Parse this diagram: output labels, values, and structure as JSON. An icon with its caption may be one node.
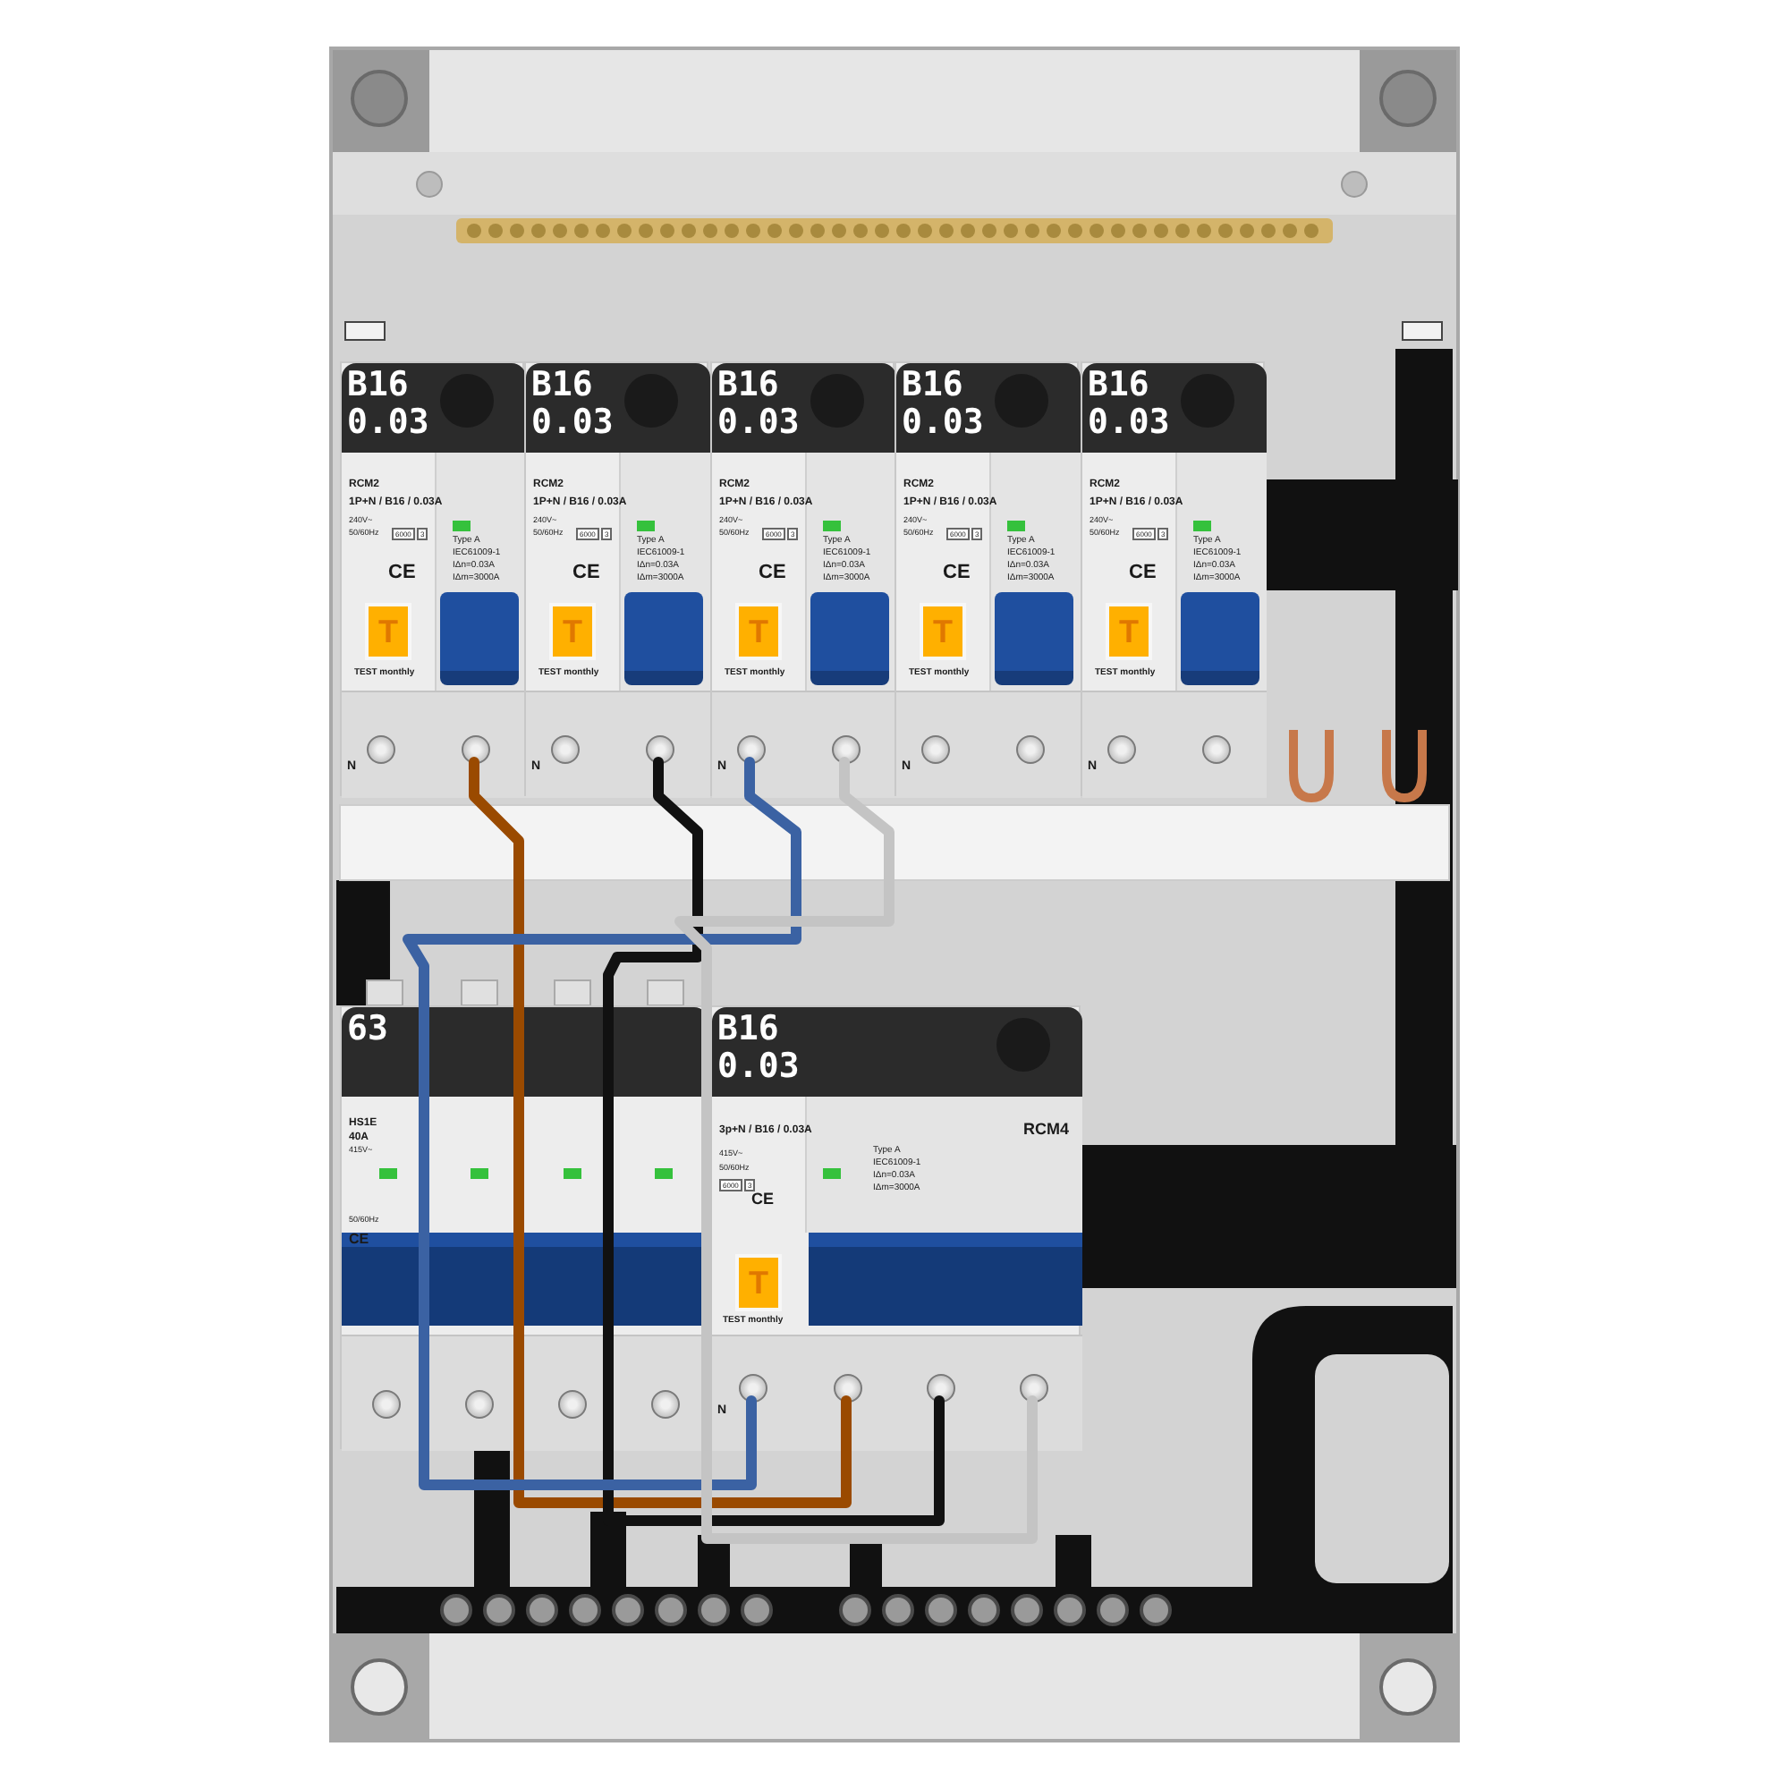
{
  "diagram": {
    "nodes": [
      {
        "text": [
          "B16 0.03",
          "RCM2",
          "1P+N / B16 / 0.03A",
          "240V~",
          "50/60Hz",
          "6000",
          "3",
          "CE",
          "Type A",
          "IEC61009-1",
          "IΔn=0.03A",
          "IΔm=3000A",
          "T",
          "TEST monthly",
          "N"
        ]
      },
      {
        "text": [
          "B16 0.03",
          "RCM2",
          "1P+N / B16 / 0.03A",
          "240V~",
          "50/60Hz",
          "6000",
          "3",
          "CE",
          "Type A",
          "IEC61009-1",
          "IΔn=0.03A",
          "IΔm=3000A",
          "T",
          "TEST monthly",
          "N"
        ]
      },
      {
        "text": [
          "B16 0.03",
          "RCM2",
          "1P+N / B16 / 0.03A",
          "240V~",
          "50/60Hz",
          "6000",
          "3",
          "CE",
          "Type A",
          "IEC61009-1",
          "IΔn=0.03A",
          "IΔm=3000A",
          "T",
          "TEST monthly",
          "N"
        ]
      },
      {
        "text": [
          "B16 0.03",
          "RCM2",
          "1P+N / B16 / 0.03A",
          "240V~",
          "50/60Hz",
          "6000",
          "3",
          "CE",
          "Type A",
          "IEC61009-1",
          "IΔn=0.03A",
          "IΔm=3000A",
          "T",
          "TEST monthly",
          "N"
        ]
      },
      {
        "text": [
          "B16 0.03",
          "RCM2",
          "1P+N / B16 / 0.03A",
          "240V~",
          "50/60Hz",
          "6000",
          "3",
          "CE",
          "Type A",
          "IEC61009-1",
          "IΔn=0.03A",
          "IΔm=3000A",
          "T",
          "TEST monthly",
          "N"
        ]
      },
      {
        "text": [
          "63",
          "HS1E",
          "40A",
          "415V~",
          "50/60Hz",
          "CE"
        ]
      },
      {
        "text": [
          "B16 0.03",
          "3p+N / B16 / 0.03A",
          "415V~",
          "50/60Hz",
          "6000",
          "3",
          "CE",
          "Type A",
          "IEC61009-1",
          "IΔn=0.03A",
          "IΔm=3000A",
          "RCM4",
          "T",
          "TEST monthly",
          "N"
        ]
      },
      {
        "text": [],
        "shape": "circle",
        "in": 0
      },
      {
        "text": [],
        "shape": "circle",
        "in": 0
      },
      {
        "text": [],
        "shape": "circle",
        "in": 1
      },
      {
        "text": [],
        "shape": "circle",
        "in": 1
      },
      {
        "text": [],
        "shape": "circle",
        "in": 2
      },
      {
        "text": [],
        "shape": "circle",
        "in": 2
      },
      {
        "text": [],
        "shape": "circle",
        "in": 3
      },
      {
        "text": [],
        "shape": "circle",
        "in": 3
      },
      {
        "text": [],
        "shape": "circle",
        "in": 4
      },
      {
        "text": [],
        "shape": "circle",
        "in": 4
      },
      {
        "text": [],
        "shape": "circle",
        "in": 5
      },
      {
        "text": [],
        "shape": "circle",
        "in": 5
      },
      {
        "text": [],
        "shape": "circle",
        "in": 5
      },
      {
        "text": [],
        "shape": "circle",
        "in": 5
      },
      {
        "text": [],
        "shape": "circle",
        "in": 6
      },
      {
        "text": [],
        "shape": "circle",
        "in": 6
      },
      {
        "text": [],
        "shape": "circle",
        "in": 6
      },
      {
        "text": [],
        "shape": "circle",
        "in": 6
      }
    ],
    "edges": [
      {
        "from": 8,
        "to": 22,
        "arrow": "none",
        "color": "#9a4a00"
      },
      {
        "from": 10,
        "to": 23,
        "arrow": "none",
        "color": "#111111"
      },
      {
        "from": 11,
        "to": 21,
        "arrow": "none",
        "color": "#3b62a3"
      },
      {
        "from": 12,
        "to": 24,
        "arrow": "none",
        "color": "#c4c4c4"
      }
    ]
  }
}
